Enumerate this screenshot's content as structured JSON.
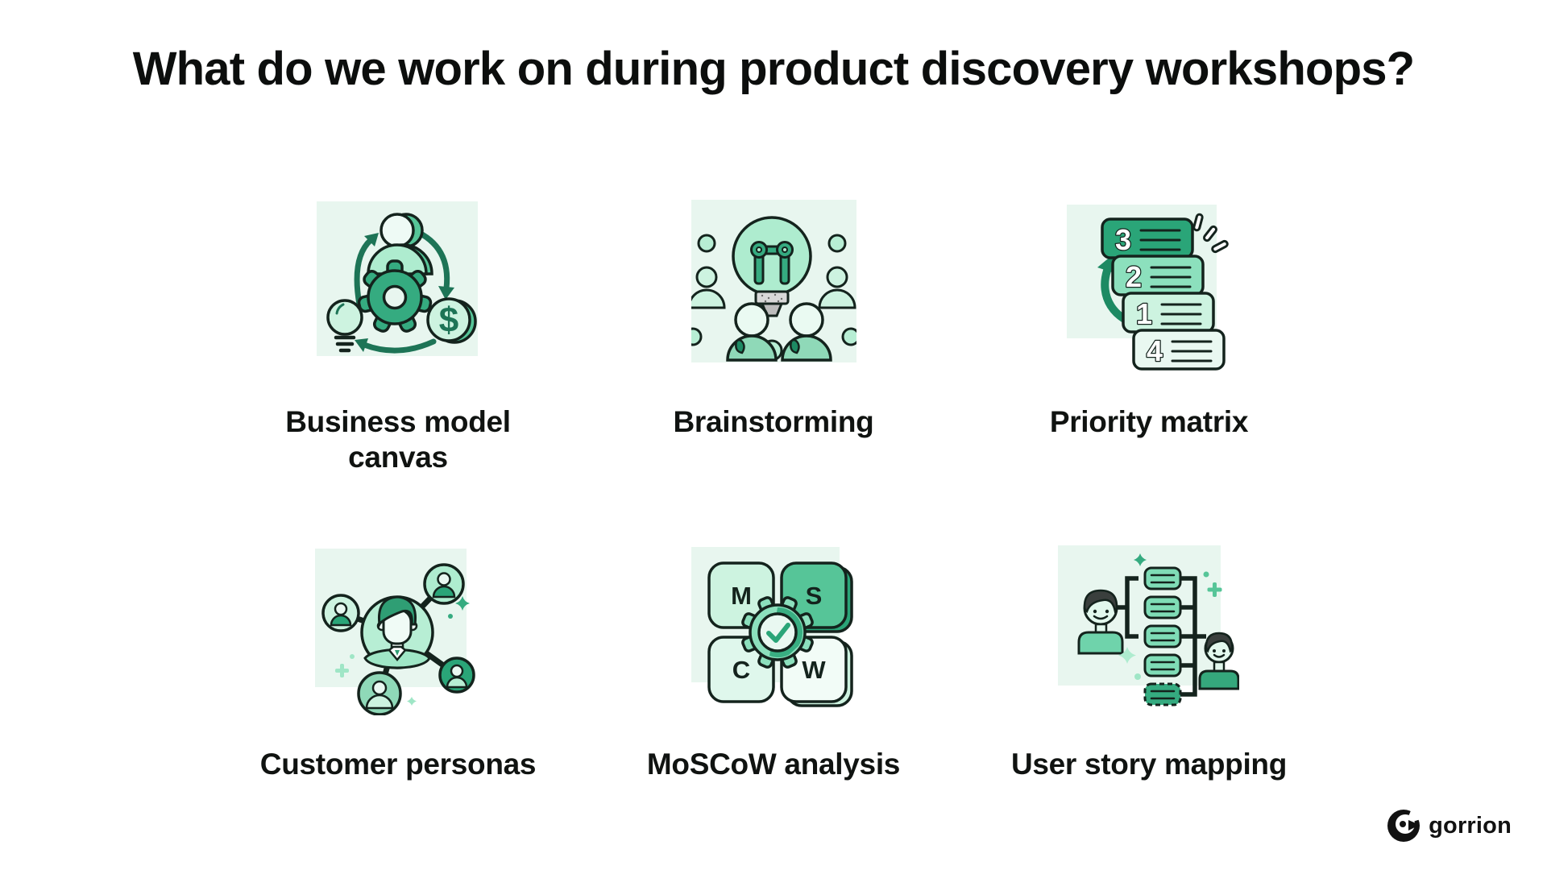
{
  "title": "What do we work on during product discovery workshops?",
  "cards": [
    {
      "label": "Business model canvas",
      "icon": "business-model-canvas-icon"
    },
    {
      "label": "Brainstorming",
      "icon": "brainstorming-icon"
    },
    {
      "label": "Priority matrix",
      "icon": "priority-matrix-icon"
    },
    {
      "label": "Customer personas",
      "icon": "customer-personas-icon"
    },
    {
      "label": "MoSCoW analysis",
      "icon": "moscow-analysis-icon"
    },
    {
      "label": "User story mapping",
      "icon": "user-story-mapping-icon"
    }
  ],
  "icon_text": {
    "priority_numbers": [
      "3",
      "2",
      "1",
      "4"
    ],
    "moscow_letters": [
      "M",
      "S",
      "C",
      "W"
    ],
    "dollar_sign": "$"
  },
  "brand": {
    "name": "gorrion"
  },
  "colors": {
    "page_background": "#ffffff",
    "tile_background": "#e8f6ef",
    "mint_lightest": "#eefaf5",
    "mint_light": "#cdf3e0",
    "mint": "#aeeccf",
    "green_soft": "#8fd9b8",
    "green_medium": "#56c598",
    "green": "#35ab80",
    "green_dark": "#2aa578",
    "arrow_green": "#1d7456",
    "outline": "#14231d",
    "gray_light": "#d8d8d8",
    "gray": "#bdbdbd",
    "hair_dark": "#3a3f3d",
    "text": "#0c0e0d"
  }
}
